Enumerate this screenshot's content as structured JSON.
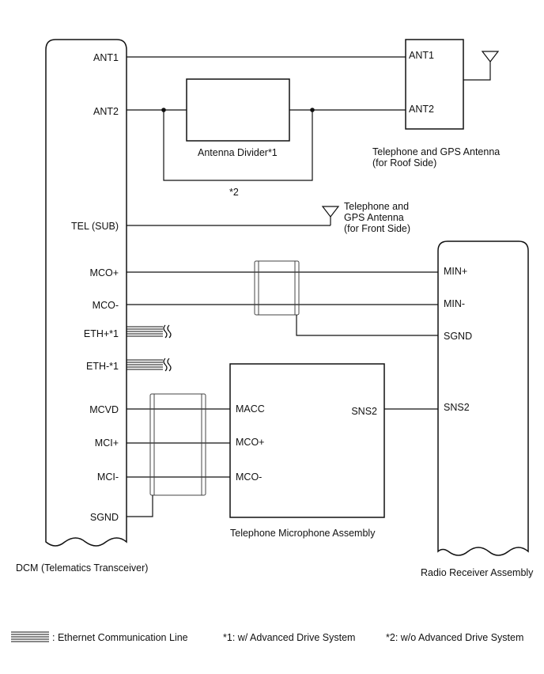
{
  "dcm": {
    "label": "DCM (Telematics Transceiver)",
    "pins": {
      "ant1": "ANT1",
      "ant2": "ANT2",
      "tel_sub": "TEL (SUB)",
      "mco_plus": "MCO+",
      "mco_minus": "MCO-",
      "eth_plus": "ETH+*1",
      "eth_minus": "ETH-*1",
      "mcvd": "MCVD",
      "mci_plus": "MCI+",
      "mci_minus": "MCI-",
      "sgnd": "SGND"
    }
  },
  "antenna_divider": {
    "label": "Antenna Divider*1",
    "bypass_note": "*2"
  },
  "roof_antenna": {
    "label_line1": "Telephone and GPS Antenna",
    "label_line2": "(for Roof Side)",
    "pins": {
      "ant1": "ANT1",
      "ant2": "ANT2"
    }
  },
  "front_antenna": {
    "label_line1": "Telephone and",
    "label_line2": "GPS Antenna",
    "label_line3": "(for Front Side)"
  },
  "radio_receiver": {
    "label": "Radio Receiver Assembly",
    "pins": {
      "min_plus": "MIN+",
      "min_minus": "MIN-",
      "sgnd": "SGND",
      "sns2": "SNS2"
    }
  },
  "microphone": {
    "label": "Telephone Microphone Assembly",
    "pins": {
      "macc": "MACC",
      "mco_plus": "MCO+",
      "mco_minus": "MCO-",
      "sns2": "SNS2"
    }
  },
  "legend": {
    "ethernet": ": Ethernet Communication Line",
    "note1": "*1: w/ Advanced Drive System",
    "note2": "*2: w/o Advanced Drive System"
  }
}
